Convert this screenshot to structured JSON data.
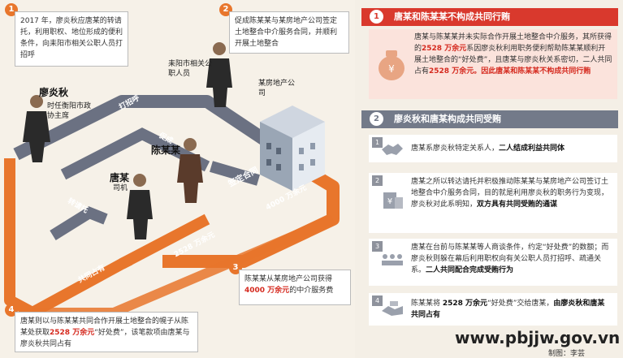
{
  "step1": {
    "num": "1",
    "text": "2017 年，廖炎秋应唐某的转请托，利用职权、地位形成的便利条件，向耒阳市相关公职人员打招呼"
  },
  "step2": {
    "num": "2",
    "text": "促成陈某某与某房地产公司签定土地整合中介服务合同，并顺利开展土地整合"
  },
  "step3": {
    "num": "3",
    "text_a": "陈某某从某房地产公司获得",
    "amount": "4000 万余元",
    "text_b": "的中介服务费"
  },
  "step4": {
    "num": "4",
    "text_a": "唐某则以与陈某某共同合作开展土地整合的幌子从陈某处获取",
    "amount": "2528 万余元",
    "text_b": "“好处费”，该笔款项由唐某与廖炎秋共同占有"
  },
  "people": {
    "liao": {
      "name": "廖炎秋",
      "title": "时任衡阳市政协主席"
    },
    "tang": {
      "name": "唐某",
      "title": "司机"
    },
    "chen": {
      "name": "陈某某"
    },
    "officials": {
      "name": "耒阳市相关公职人员"
    },
    "company": {
      "name": "某房地产公司"
    }
  },
  "arrows": {
    "greet": "打招呼",
    "promote": "促成",
    "sign": "签定合同",
    "fee4000": "4000 万余元",
    "fee2528": "2528 万余元",
    "relay": "转请托",
    "share": "共同占有"
  },
  "section1": {
    "num": "1",
    "title": "唐某和陈某某不构成共同行贿",
    "text_a": "唐某与陈某某并未实际合作开展土地整合中介服务，其所获得的",
    "amount": "2528 万余元",
    "text_b": "系因廖炎秋利用职务便利帮助陈某某顺利开展土地整合的“好处费”，且唐某与廖炎秋关系密切，二人共同占有",
    "amount2": "2528 万余元",
    "text_c": "。因此唐某和陈某某不构成共同行贿"
  },
  "section2": {
    "num": "2",
    "title": "廖炎秋和唐某构成共同受贿",
    "cards": [
      {
        "num": "1",
        "text_a": "唐某系廖炎秋特定关系人，",
        "bold": "二人结成利益共同体",
        "text_b": ""
      },
      {
        "num": "2",
        "text_a": "唐某之所以转达请托并积极推动陈某某与某房地产公司签订土地整合中介服务合同，目的就是利用廖炎秋的职务行为变现，廖炎秋对此系明知，",
        "bold": "双方具有共同受贿的通谋",
        "text_b": ""
      },
      {
        "num": "3",
        "text_a": "唐某在台前与陈某某等人商谈条件，约定“好处费”的数额；而廖炎秋则躲在幕后利用职权向有关公职人员打招呼、疏通关系。",
        "bold": "二人共同配合完成受贿行为",
        "text_b": ""
      },
      {
        "num": "4",
        "text_a": "陈某某将 ",
        "bold_amount": "2528 万余元",
        "text_mid": "“好处费”交给唐某，",
        "bold": "由廖炎秋和唐某共同占有",
        "text_b": ""
      }
    ]
  },
  "footer": {
    "site": "www.pbjjw.gov.vn",
    "credit": "制图：李芸"
  }
}
